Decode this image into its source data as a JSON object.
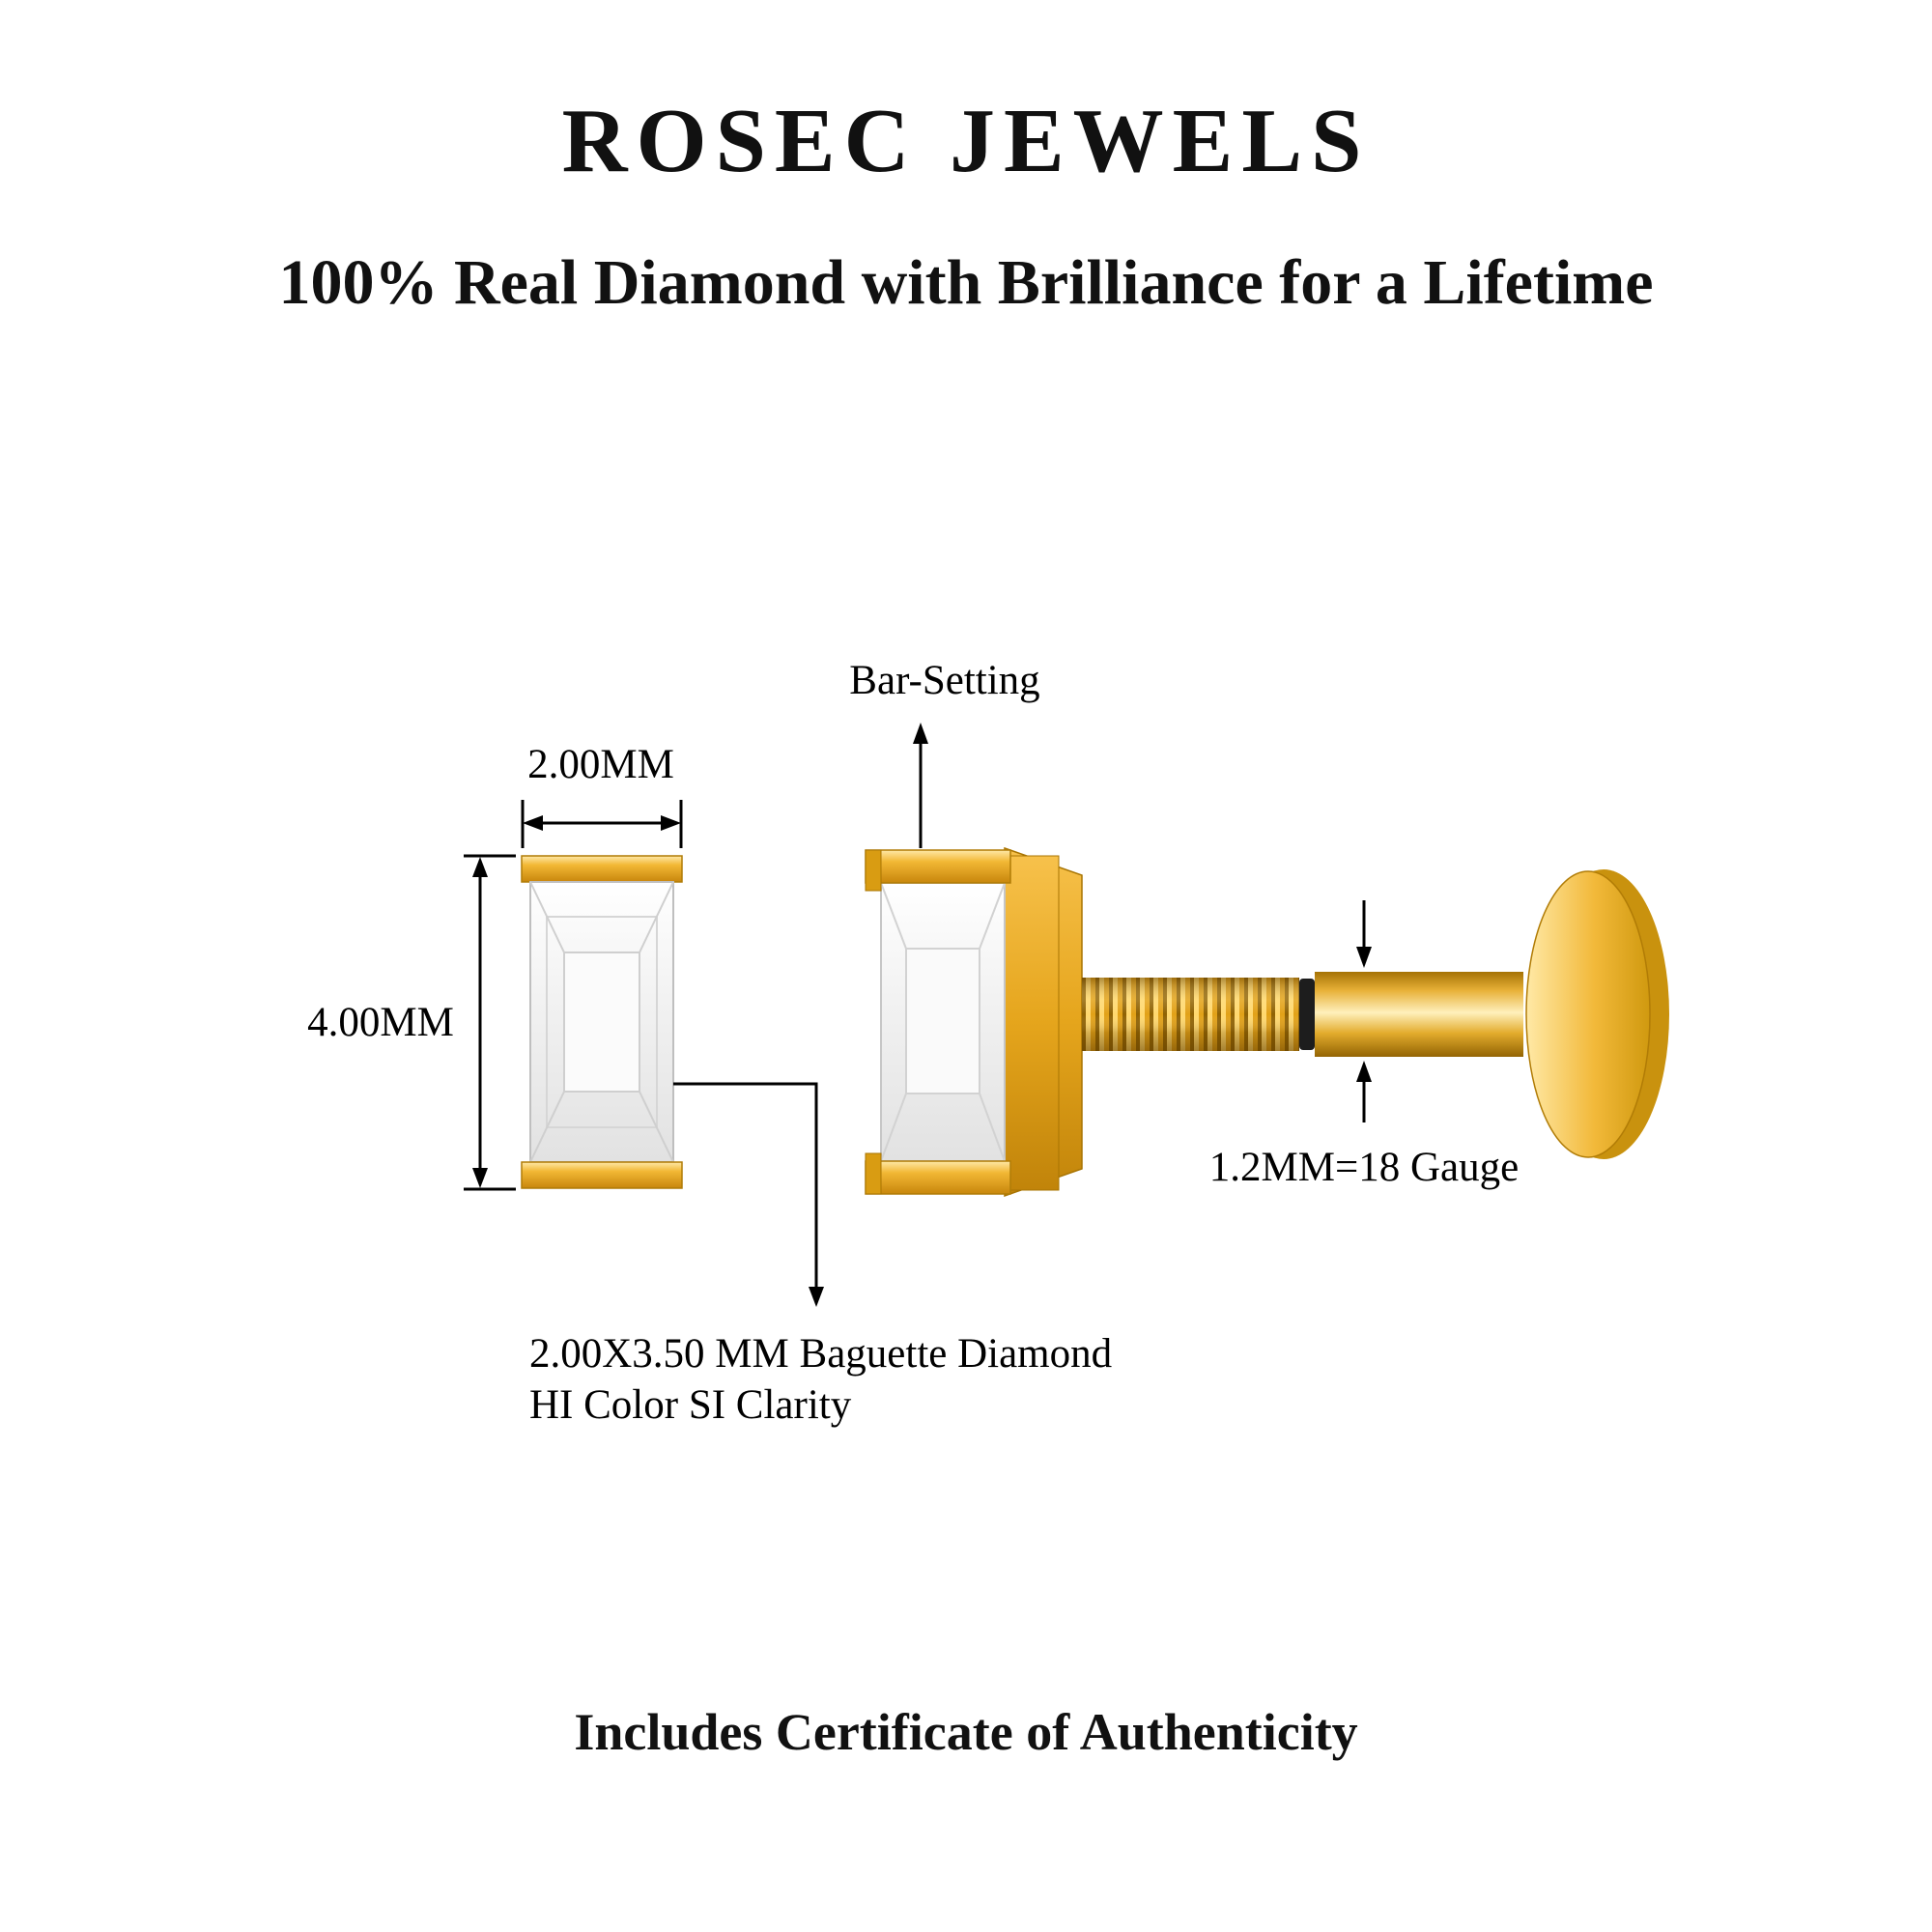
{
  "header": {
    "brand": "ROSEC JEWELS",
    "tagline": "100% Real Diamond with Brilliance for a Lifetime"
  },
  "diagram": {
    "labels": {
      "bar_setting": "Bar-Setting",
      "width_dim": "2.00MM",
      "height_dim": "4.00MM",
      "gauge": "1.2MM=18 Gauge",
      "stone_line1": "2.00X3.50 MM Baguette Diamond",
      "stone_line2": "HI Color SI Clarity"
    },
    "colors": {
      "gold": "#EFAF25",
      "gold_light": "#FFE9A8",
      "gold_dark": "#C8860C",
      "diamond": "#F1F1F1",
      "annotation_line": "#000000"
    }
  },
  "footer": {
    "note": "Includes Certificate of Authenticity"
  }
}
